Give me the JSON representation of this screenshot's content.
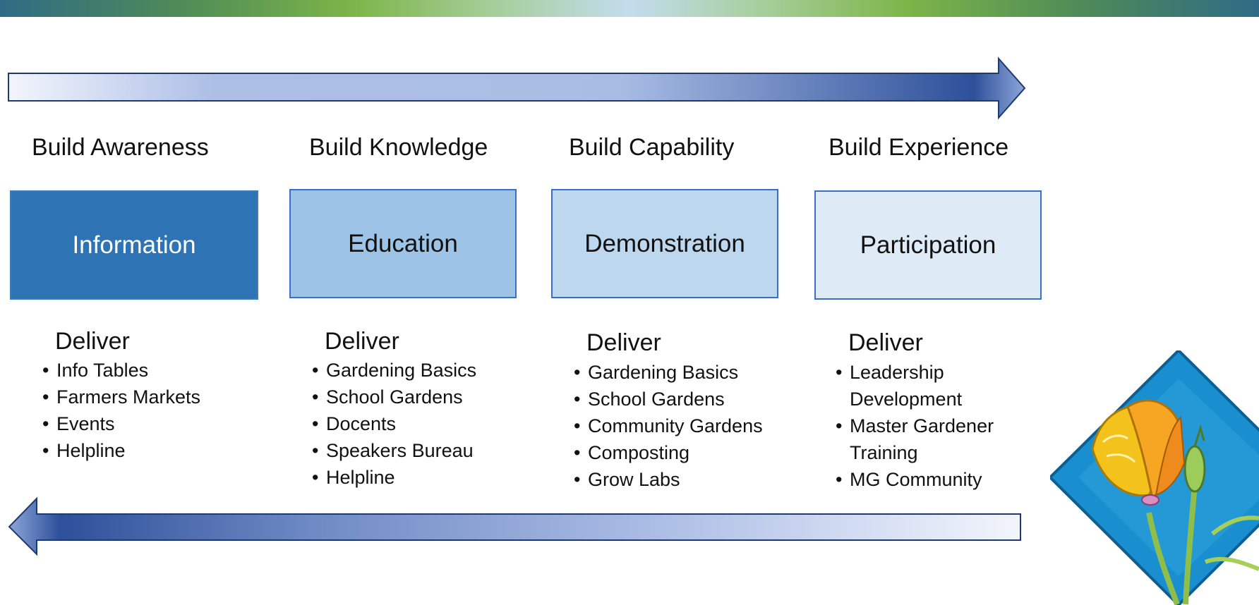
{
  "colors": {
    "box_information": "#2e74b5",
    "box_education": "#9dc3e6",
    "box_demonstration": "#bdd7ee",
    "box_participation": "#deebf7",
    "box_border": "#3b6fc6",
    "arrow_dark": "#2e509a",
    "arrow_light": "#eef2fb"
  },
  "stages": [
    {
      "heading": "Build Awareness",
      "box_label": "Information",
      "deliver_title": "Deliver",
      "items": [
        "Info Tables",
        "Farmers Markets",
        "Events",
        "Helpline"
      ]
    },
    {
      "heading": "Build Knowledge",
      "box_label": "Education",
      "deliver_title": "Deliver",
      "items": [
        "Gardening Basics",
        "School Gardens",
        "Docents",
        "Speakers Bureau",
        "Helpline"
      ]
    },
    {
      "heading": "Build Capability",
      "box_label": "Demonstration",
      "deliver_title": "Deliver",
      "items": [
        "Gardening Basics",
        "School Gardens",
        "Community Gardens",
        "Composting",
        "Grow Labs"
      ]
    },
    {
      "heading": "Build Experience",
      "box_label": "Participation",
      "deliver_title": "Deliver",
      "items": [
        "Leadership Development",
        "Master Gardener Training",
        "MG Community"
      ]
    }
  ],
  "emblem": {
    "icon": "poppy-logo-icon"
  }
}
